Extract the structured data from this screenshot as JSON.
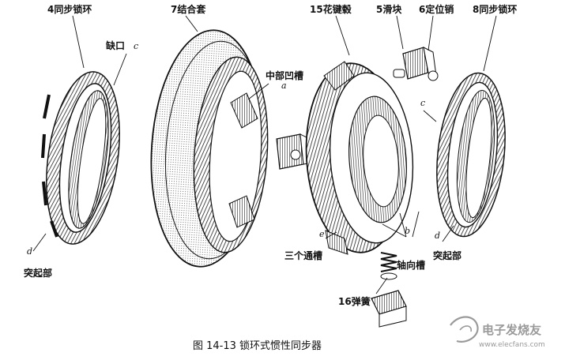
{
  "labels": {
    "ring4": "4同步锁环",
    "sleeve7": "7结合套",
    "hub15": "15花键毂",
    "slider5": "5滑块",
    "pin6": "6定位销",
    "ring8": "8同步锁环",
    "notch": "缺口",
    "middle_groove": "中部凹槽",
    "protrusion_left": "突起部",
    "protrusion_right": "突起部",
    "three_slots": "三个通槽",
    "axial_slot": "轴向槽",
    "spring16": "16弹簧"
  },
  "letters": {
    "c_notch": "c",
    "a": "a",
    "c_right": "c",
    "d_left": "d",
    "d_right": "d",
    "e": "e",
    "b": "b"
  },
  "caption": "图 14-13  锁环式惯性同步器",
  "watermark": {
    "logo_text": "电子发烧友",
    "url": "www.elecfans.com"
  }
}
